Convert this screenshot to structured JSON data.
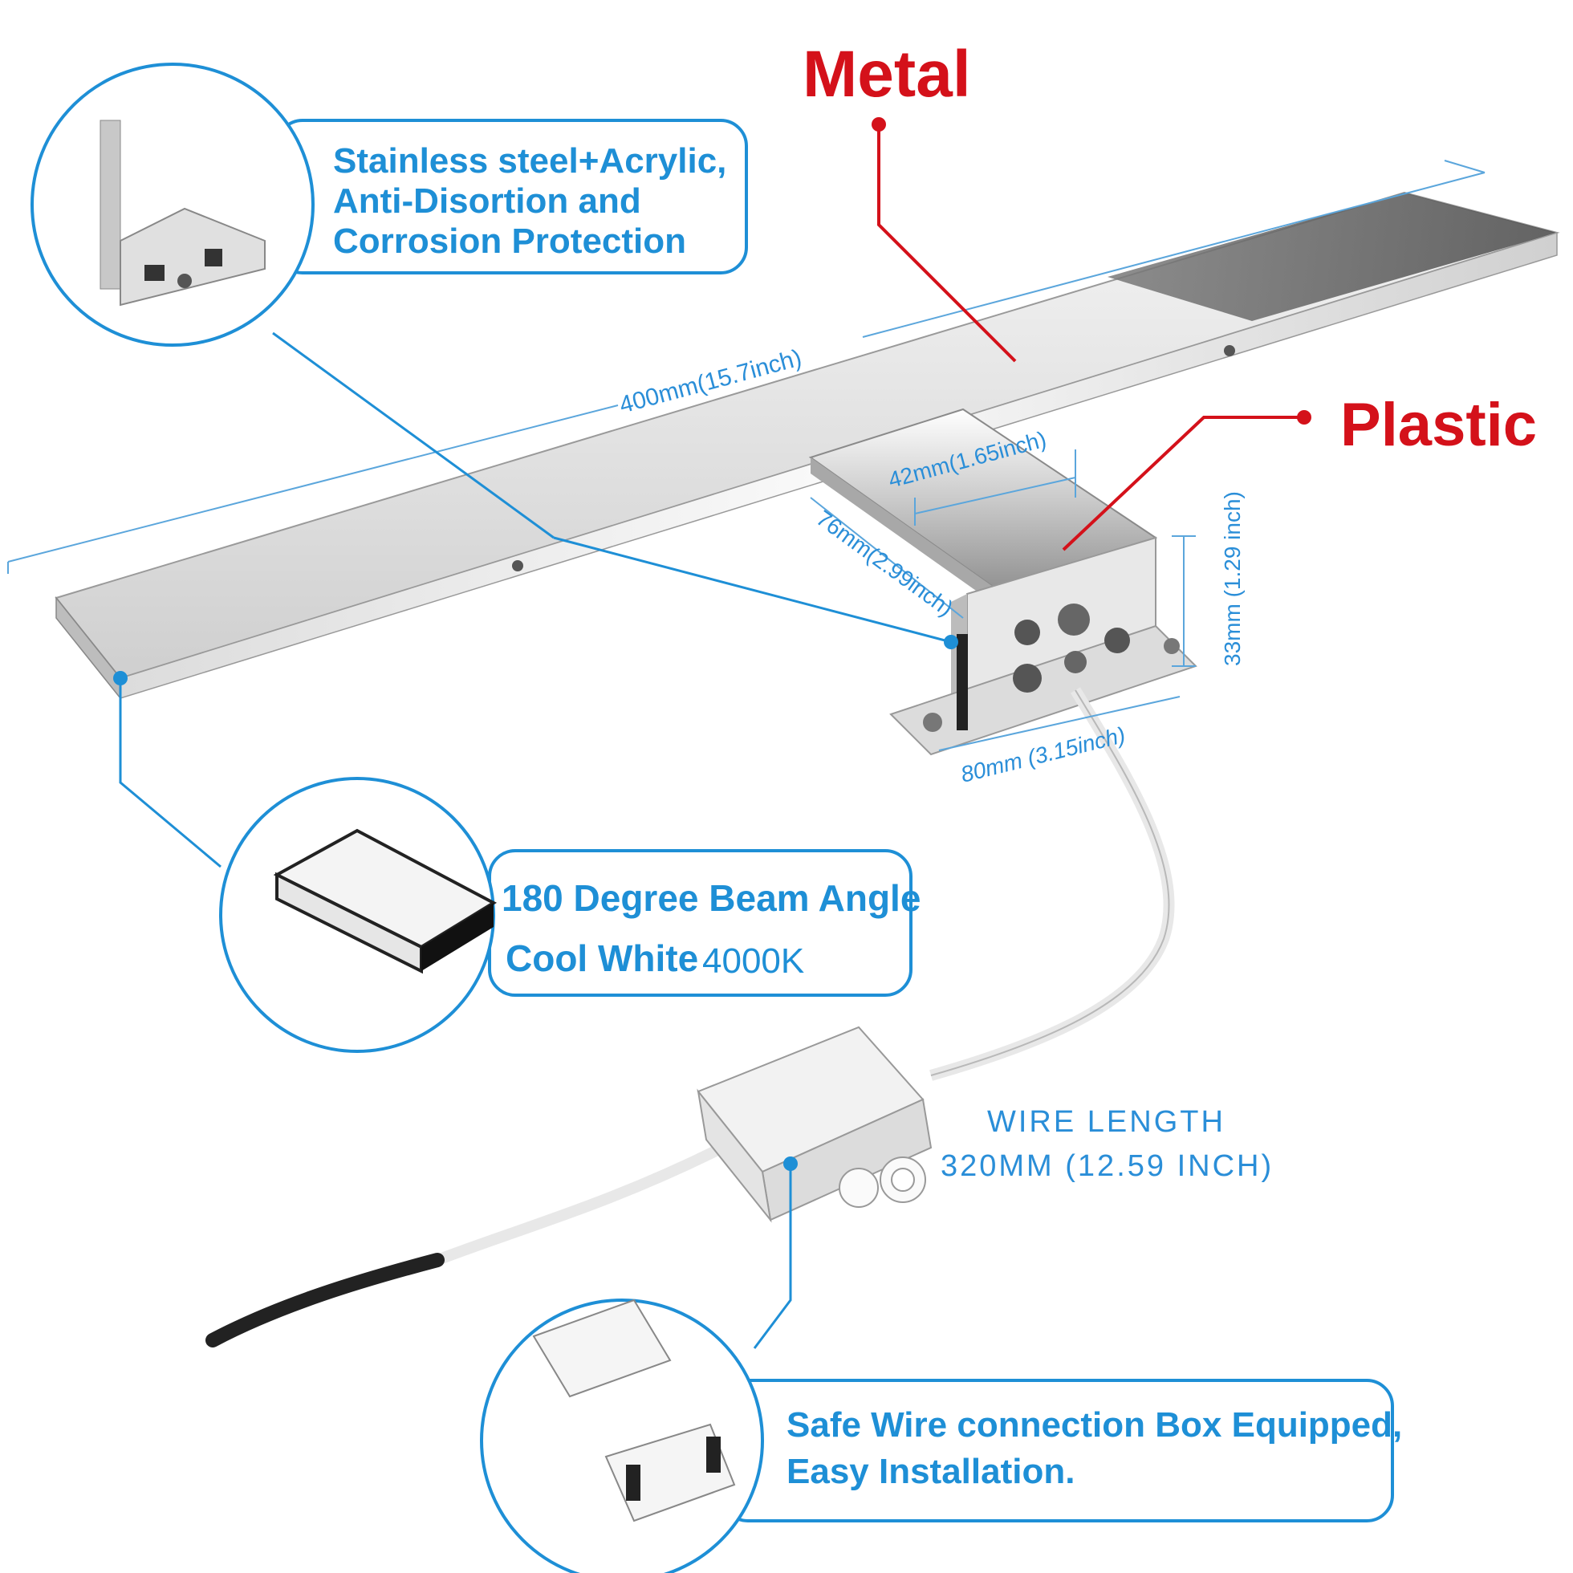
{
  "materials": {
    "metal": "Metal",
    "plastic": "Plastic",
    "color": "#d4111a"
  },
  "callouts": {
    "top": {
      "line1": "Stainless steel+Acrylic,",
      "line2": "Anti-Disortion and",
      "line3": "Corrosion Protection"
    },
    "beam": {
      "line1": "180 Degree Beam Angle",
      "line2_a": "Cool White",
      "line2_b": "4000K"
    },
    "box": {
      "line1": "Safe Wire connection Box Equipped,",
      "line2": "Easy Installation."
    },
    "color": "#1e8fd6"
  },
  "dimensions": {
    "length": "400mm(15.7inch)",
    "width": "42mm(1.65inch)",
    "depth": "76mm(2.99inch)",
    "height": "33mm (1.29 inch)",
    "base": "80mm (3.15inch)"
  },
  "wire": {
    "line1": "WIRE LENGTH",
    "line2": "320MM (12.59 INCH)"
  }
}
